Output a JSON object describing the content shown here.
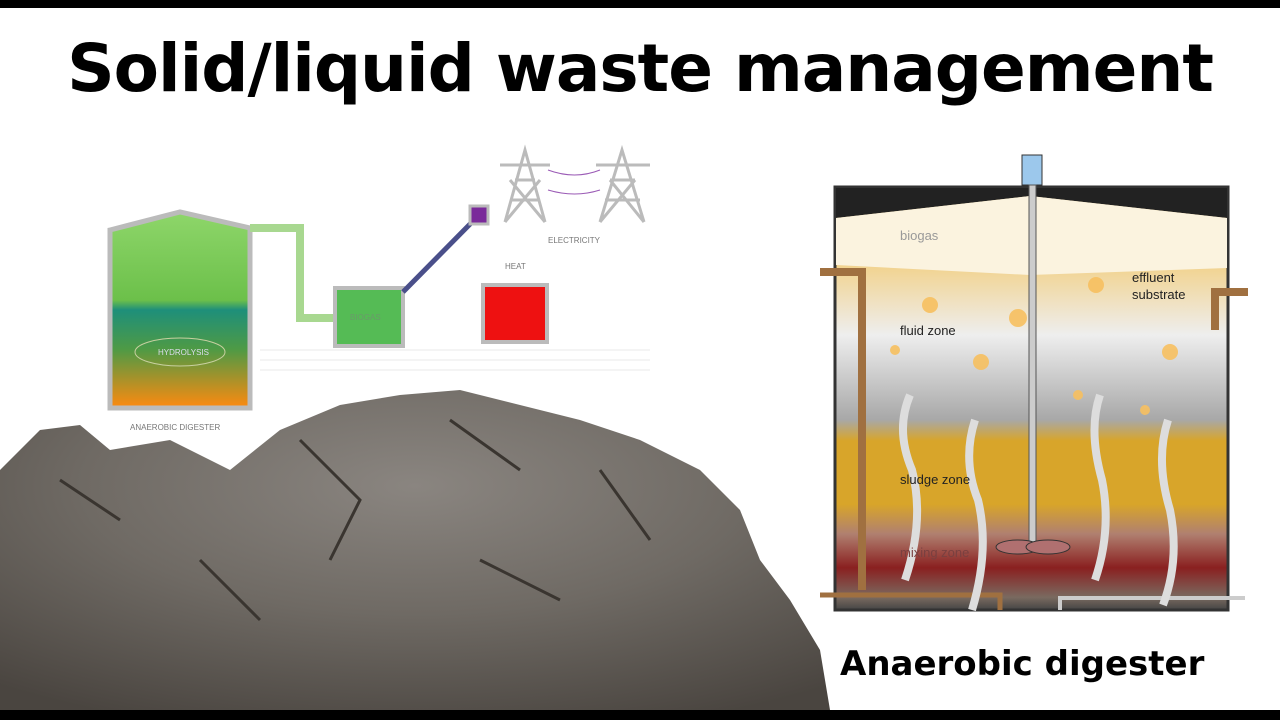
{
  "title": "Solid/liquid waste management",
  "caption": "Anaerobic digester",
  "process_diagram": {
    "digester_label": "ANAEROBIC DIGESTER",
    "hydrolysis_label": "HYDROLYSIS",
    "biogas_label": "BIOGAS",
    "electricity_label": "ELECTRICITY",
    "heat_label": "HEAT"
  },
  "digester_cutaway": {
    "zones": {
      "biogas": "biogas",
      "effluent": "effluent",
      "substrate": "substrate",
      "fluid": "fluid zone",
      "sludge": "sludge zone",
      "mixing": "mixing zone"
    }
  },
  "colors": {
    "heat": "#ee1111",
    "electricity": "#7a2a9a",
    "sludge": "#d8a52a",
    "mixing": "#8a2020"
  }
}
